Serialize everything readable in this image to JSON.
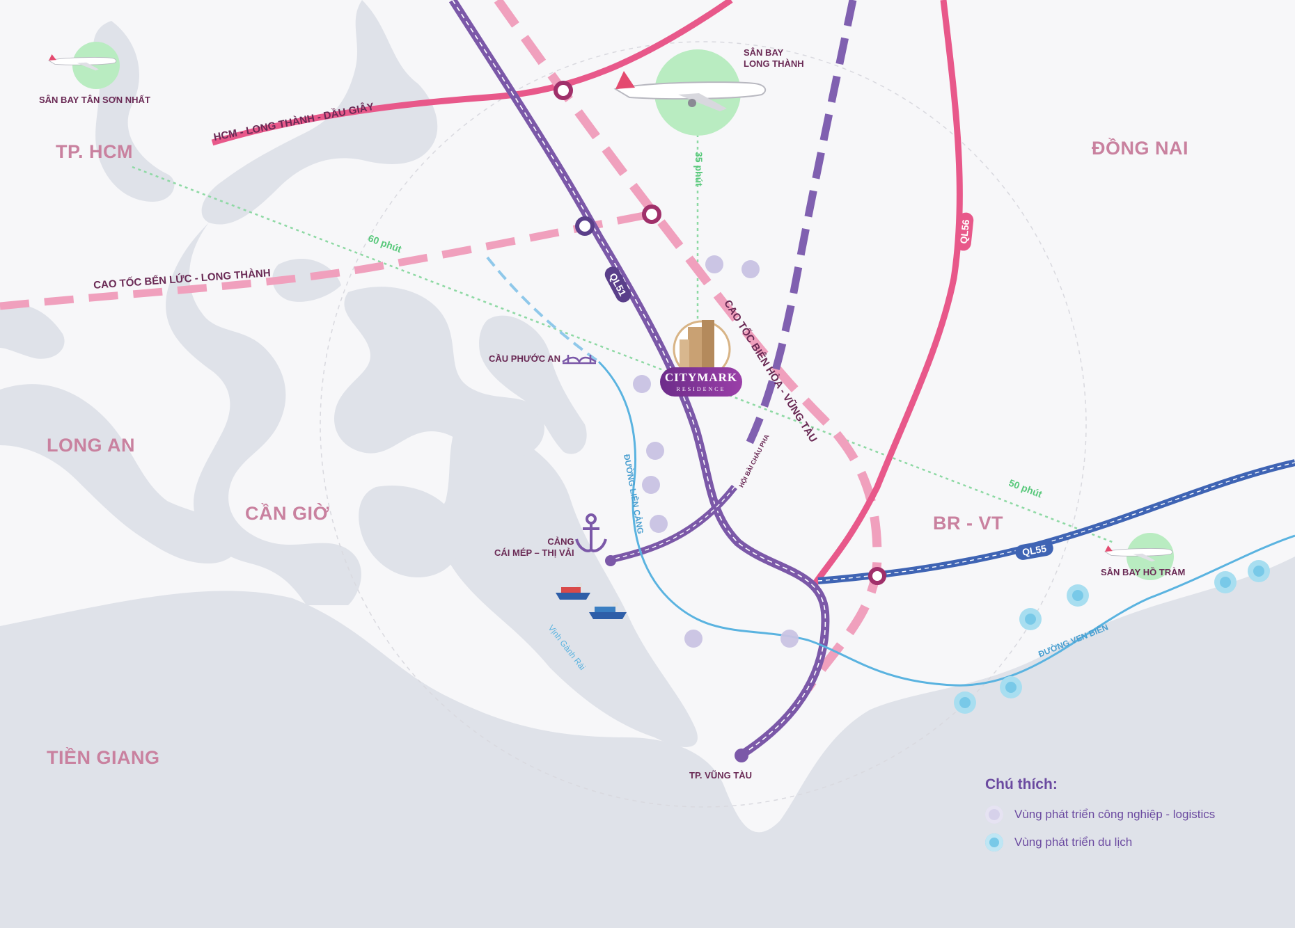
{
  "regions": {
    "tphcm": "TP. HCM",
    "dongnai": "ĐỒNG NAI",
    "longan": "LONG AN",
    "cangio": "CẦN GIỜ",
    "brvt": "BR - VT",
    "tiengiang": "TIỀN GIANG"
  },
  "roads": {
    "hcm_lt_dg": "HCM - LONG THÀNH - DẦU GIÂY",
    "benluc_lt": "CAO TỐC BẾN LỨC - LONG THÀNH",
    "bienhoa_vt": "CAO TỐC BIÊN HÒA - VŨNG TÀU",
    "hoibaichaupha": "HỘI BÀI CHÂU PHA",
    "lien_cang": "ĐƯỜNG LIÊN CẢNG",
    "ven_bien": "ĐƯỜNG VEN BIỂN",
    "ql51": "QL51",
    "ql56": "QL56",
    "ql55": "QL55"
  },
  "places": {
    "tsn": "SÂN BAY TÂN SƠN NHẤT",
    "longthanh_line1": "SÂN BAY",
    "longthanh_line2": "LONG THÀNH",
    "hotram": "SÂN BAY HỒ TRÀM",
    "phuocan": "CẦU PHƯỚC AN",
    "cang_line1": "CẢNG",
    "cang_line2": "CÁI MÉP – THỊ VẢI",
    "vinh": "Vịnh Gành Rái",
    "vungtau": "TP. VŨNG TÀU"
  },
  "travel_times": {
    "t35": "35 phút",
    "t60": "60 phút",
    "t50": "50 phút"
  },
  "project": {
    "name": "CITYMARK",
    "sub": "RESIDENCE"
  },
  "legend": {
    "title": "Chú thích:",
    "items": [
      {
        "label": "Vùng phát triển công nghiệp - logistics",
        "color": "#c9c3e3"
      },
      {
        "label": "Vùng phát triển du lịch",
        "color": "#a8def0"
      }
    ]
  },
  "colors": {
    "water": "#dfe2e9",
    "land": "#f7f7f9",
    "expressway_pink": "#e8588a",
    "planned_pink": "#f0a0bd",
    "ql51_purple": "#7b58a8",
    "dashed_purple": "#8060b0",
    "ql55_blue": "#3f64b4",
    "coast_blue": "#5ab3e0",
    "time_green": "#6fd08c"
  }
}
